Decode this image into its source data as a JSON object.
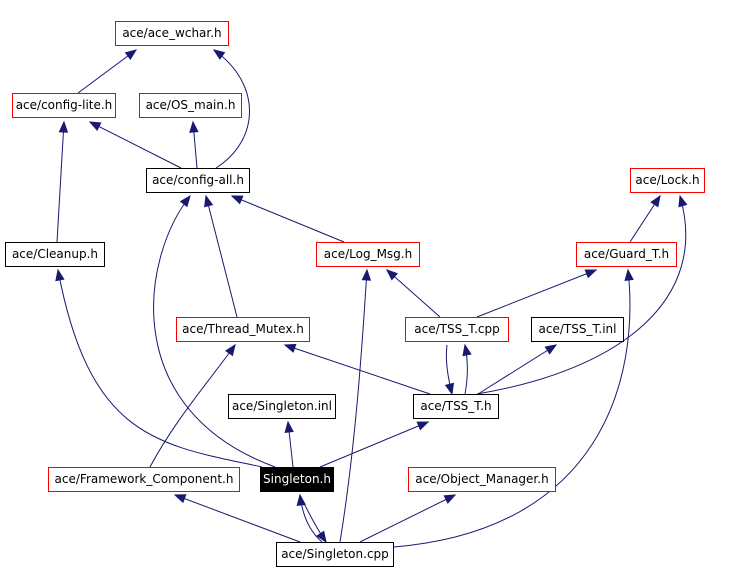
{
  "nodes": {
    "ace_wchar": {
      "label": "ace/ace_wchar.h",
      "style": "red"
    },
    "config_lite": {
      "label": "ace/config-lite.h",
      "style": "red"
    },
    "os_main": {
      "label": "ace/OS_main.h",
      "style": "red"
    },
    "config_all": {
      "label": "ace/config-all.h",
      "style": "black"
    },
    "lock": {
      "label": "ace/Lock.h",
      "style": "red"
    },
    "cleanup": {
      "label": "ace/Cleanup.h",
      "style": "black"
    },
    "log_msg": {
      "label": "ace/Log_Msg.h",
      "style": "red"
    },
    "guard_t": {
      "label": "ace/Guard_T.h",
      "style": "red"
    },
    "thread_mutex": {
      "label": "ace/Thread_Mutex.h",
      "style": "red"
    },
    "tss_t_cpp": {
      "label": "ace/TSS_T.cpp",
      "style": "red"
    },
    "tss_t_inl": {
      "label": "ace/TSS_T.inl",
      "style": "black"
    },
    "singleton_inl": {
      "label": "ace/Singleton.inl",
      "style": "black"
    },
    "tss_t_h": {
      "label": "ace/TSS_T.h",
      "style": "black"
    },
    "framework_component": {
      "label": "ace/Framework_Component.h",
      "style": "red"
    },
    "singleton_h": {
      "label": "Singleton.h",
      "style": "focus"
    },
    "object_manager": {
      "label": "ace/Object_Manager.h",
      "style": "red"
    },
    "singleton_cpp": {
      "label": "ace/Singleton.cpp",
      "style": "black"
    }
  },
  "edges": [
    [
      "config_lite",
      "ace_wchar"
    ],
    [
      "config_all",
      "ace_wchar"
    ],
    [
      "config_all",
      "config_lite"
    ],
    [
      "config_all",
      "os_main"
    ],
    [
      "cleanup",
      "config_lite"
    ],
    [
      "log_msg",
      "config_all"
    ],
    [
      "thread_mutex",
      "config_all"
    ],
    [
      "singleton_h",
      "config_all"
    ],
    [
      "guard_t",
      "lock"
    ],
    [
      "tss_t_h",
      "lock"
    ],
    [
      "tss_t_cpp",
      "guard_t"
    ],
    [
      "tss_t_cpp",
      "log_msg"
    ],
    [
      "tss_t_cpp",
      "tss_t_h"
    ],
    [
      "tss_t_h",
      "tss_t_cpp"
    ],
    [
      "tss_t_h",
      "tss_t_inl"
    ],
    [
      "tss_t_h",
      "thread_mutex"
    ],
    [
      "singleton_h",
      "cleanup"
    ],
    [
      "singleton_h",
      "singleton_inl"
    ],
    [
      "singleton_h",
      "tss_t_h"
    ],
    [
      "singleton_h",
      "singleton_cpp"
    ],
    [
      "singleton_cpp",
      "singleton_h"
    ],
    [
      "singleton_cpp",
      "framework_component"
    ],
    [
      "singleton_cpp",
      "object_manager"
    ],
    [
      "singleton_cpp",
      "log_msg"
    ],
    [
      "singleton_cpp",
      "guard_t"
    ],
    [
      "framework_component",
      "thread_mutex"
    ]
  ]
}
